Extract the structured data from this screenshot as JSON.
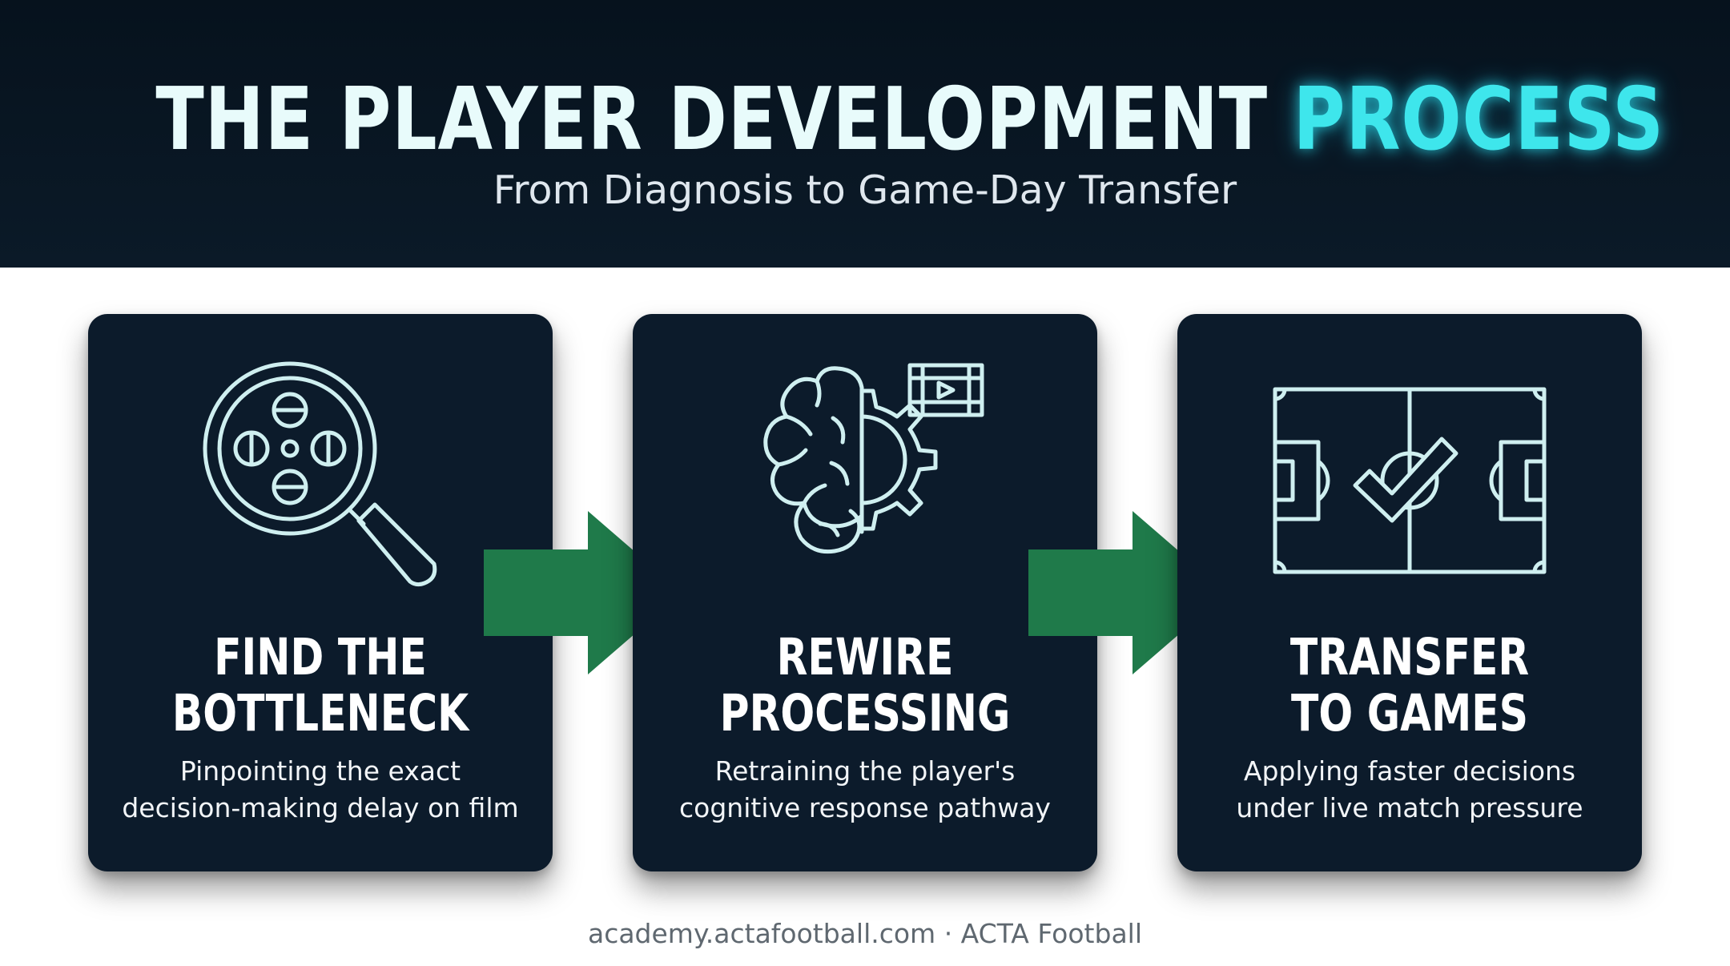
{
  "header": {
    "title_main": "THE PLAYER DEVELOPMENT",
    "title_accent": "PROCESS",
    "subtitle": "From Diagnosis to Game-Day Transfer"
  },
  "steps": [
    {
      "icon": "magnifier-film-icon",
      "title_line1": "FIND THE",
      "title_line2": "BOTTLENECK",
      "desc_line1": "Pinpointing the exact",
      "desc_line2": "decision-making delay on film"
    },
    {
      "icon": "brain-gear-video-icon",
      "title_line1": "REWIRE",
      "title_line2": "PROCESSING",
      "desc_line1": "Retraining the player's",
      "desc_line2": "cognitive response pathway"
    },
    {
      "icon": "pitch-checkmark-icon",
      "title_line1": "TRANSFER",
      "title_line2": "TO GAMES",
      "desc_line1": "Applying faster decisions",
      "desc_line2": "under live match pressure"
    }
  ],
  "footer": {
    "text": "academy.actafootball.com · ACTA Football"
  },
  "colors": {
    "header_bg": "#0a1926",
    "card_bg": "#0c1b2b",
    "accent": "#3ee6ec",
    "icon_stroke": "#cfeff0",
    "arrow": "#1f7a4a"
  }
}
